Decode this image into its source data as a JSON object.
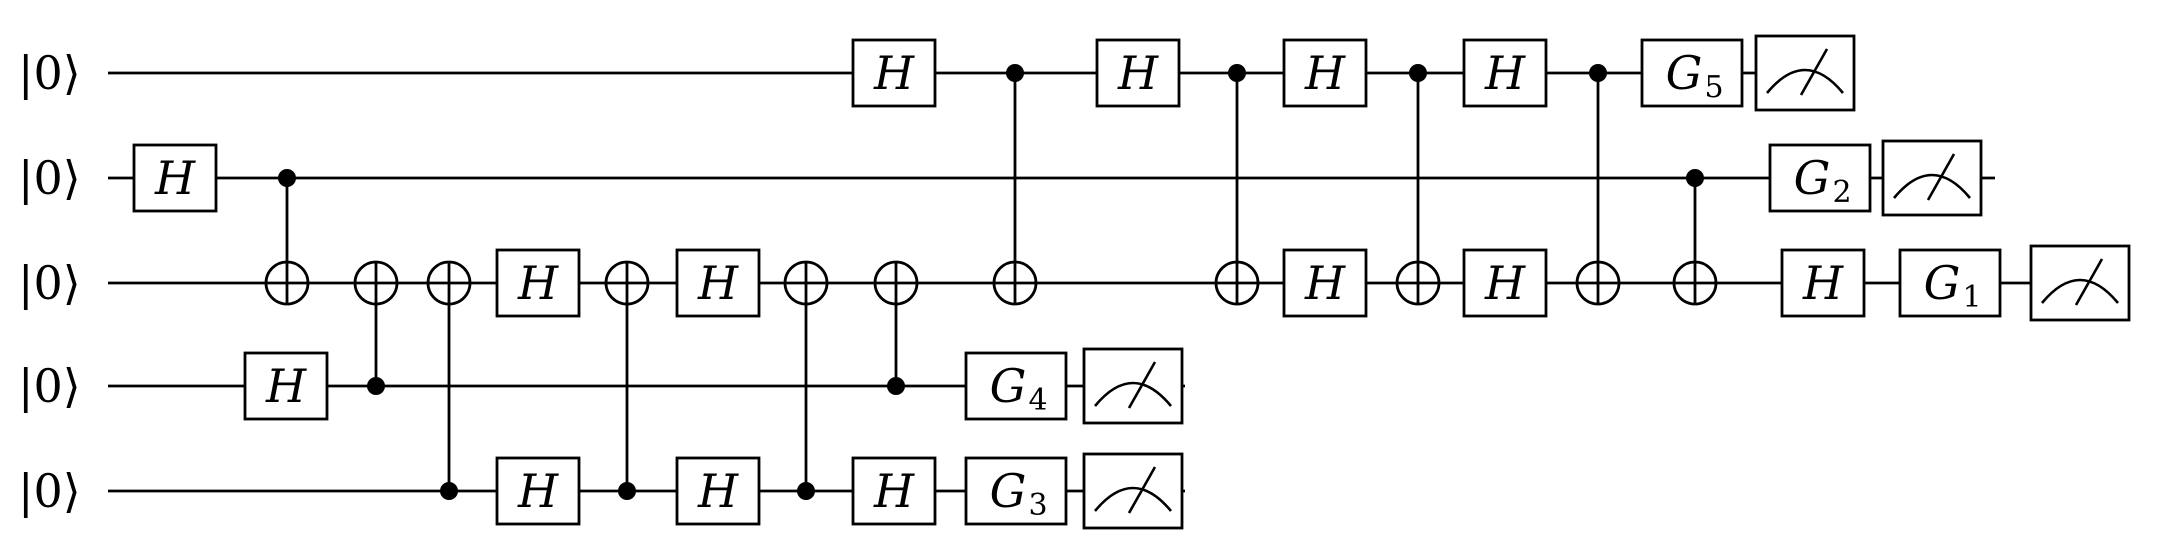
{
  "ket_label": "|0⟩",
  "qubits": 5,
  "gates": [
    {
      "type": "H",
      "qubit": 1,
      "step": 0
    },
    {
      "type": "H",
      "qubit": 3,
      "step": 1
    },
    {
      "type": "CNOT",
      "control": 1,
      "target": 2,
      "step": 2
    },
    {
      "type": "CNOT",
      "control": 3,
      "target": 2,
      "step": 3
    },
    {
      "type": "CNOT",
      "control": 4,
      "target": 2,
      "step": 4
    },
    {
      "type": "H",
      "qubit": 2,
      "step": 5
    },
    {
      "type": "H",
      "qubit": 4,
      "step": 5
    },
    {
      "type": "CNOT",
      "control": 4,
      "target": 2,
      "step": 6
    },
    {
      "type": "H",
      "qubit": 2,
      "step": 7
    },
    {
      "type": "H",
      "qubit": 4,
      "step": 7
    },
    {
      "type": "CNOT",
      "control": 4,
      "target": 2,
      "step": 8
    },
    {
      "type": "CNOT",
      "control": 3,
      "target": 2,
      "step": 9
    },
    {
      "type": "H",
      "qubit": 0,
      "step": 10
    },
    {
      "type": "H",
      "qubit": 4,
      "step": 10
    },
    {
      "type": "G",
      "label": "G",
      "sub": "4",
      "qubit": 3,
      "step": 11
    },
    {
      "type": "G",
      "label": "G",
      "sub": "3",
      "qubit": 4,
      "step": 11
    },
    {
      "type": "CNOT",
      "control": 0,
      "target": 2,
      "step": 12
    },
    {
      "type": "M",
      "qubit": 3,
      "step": 12
    },
    {
      "type": "M",
      "qubit": 4,
      "step": 12
    },
    {
      "type": "H",
      "qubit": 0,
      "step": 13
    },
    {
      "type": "CNOT",
      "control": 0,
      "target": 2,
      "step": 14
    },
    {
      "type": "H",
      "qubit": 0,
      "step": 15
    },
    {
      "type": "H",
      "qubit": 2,
      "step": 15
    },
    {
      "type": "CNOT",
      "control": 0,
      "target": 2,
      "step": 16
    },
    {
      "type": "H",
      "qubit": 0,
      "step": 17
    },
    {
      "type": "H",
      "qubit": 2,
      "step": 17
    },
    {
      "type": "CNOT",
      "control": 0,
      "target": 2,
      "step": 18
    },
    {
      "type": "G",
      "label": "G",
      "sub": "5",
      "qubit": 0,
      "step": 19
    },
    {
      "type": "CNOT",
      "control": 1,
      "target": 2,
      "step": 20
    },
    {
      "type": "M",
      "qubit": 0,
      "step": 20
    },
    {
      "type": "G",
      "label": "G",
      "sub": "2",
      "qubit": 1,
      "step": 21
    },
    {
      "type": "H",
      "qubit": 2,
      "step": 21
    },
    {
      "type": "M",
      "qubit": 1,
      "step": 22
    },
    {
      "type": "G",
      "label": "G",
      "sub": "1",
      "qubit": 2,
      "step": 22
    },
    {
      "type": "M",
      "qubit": 2,
      "step": 23
    }
  ],
  "wire_end_step": [
    20,
    22,
    23,
    12,
    12
  ]
}
